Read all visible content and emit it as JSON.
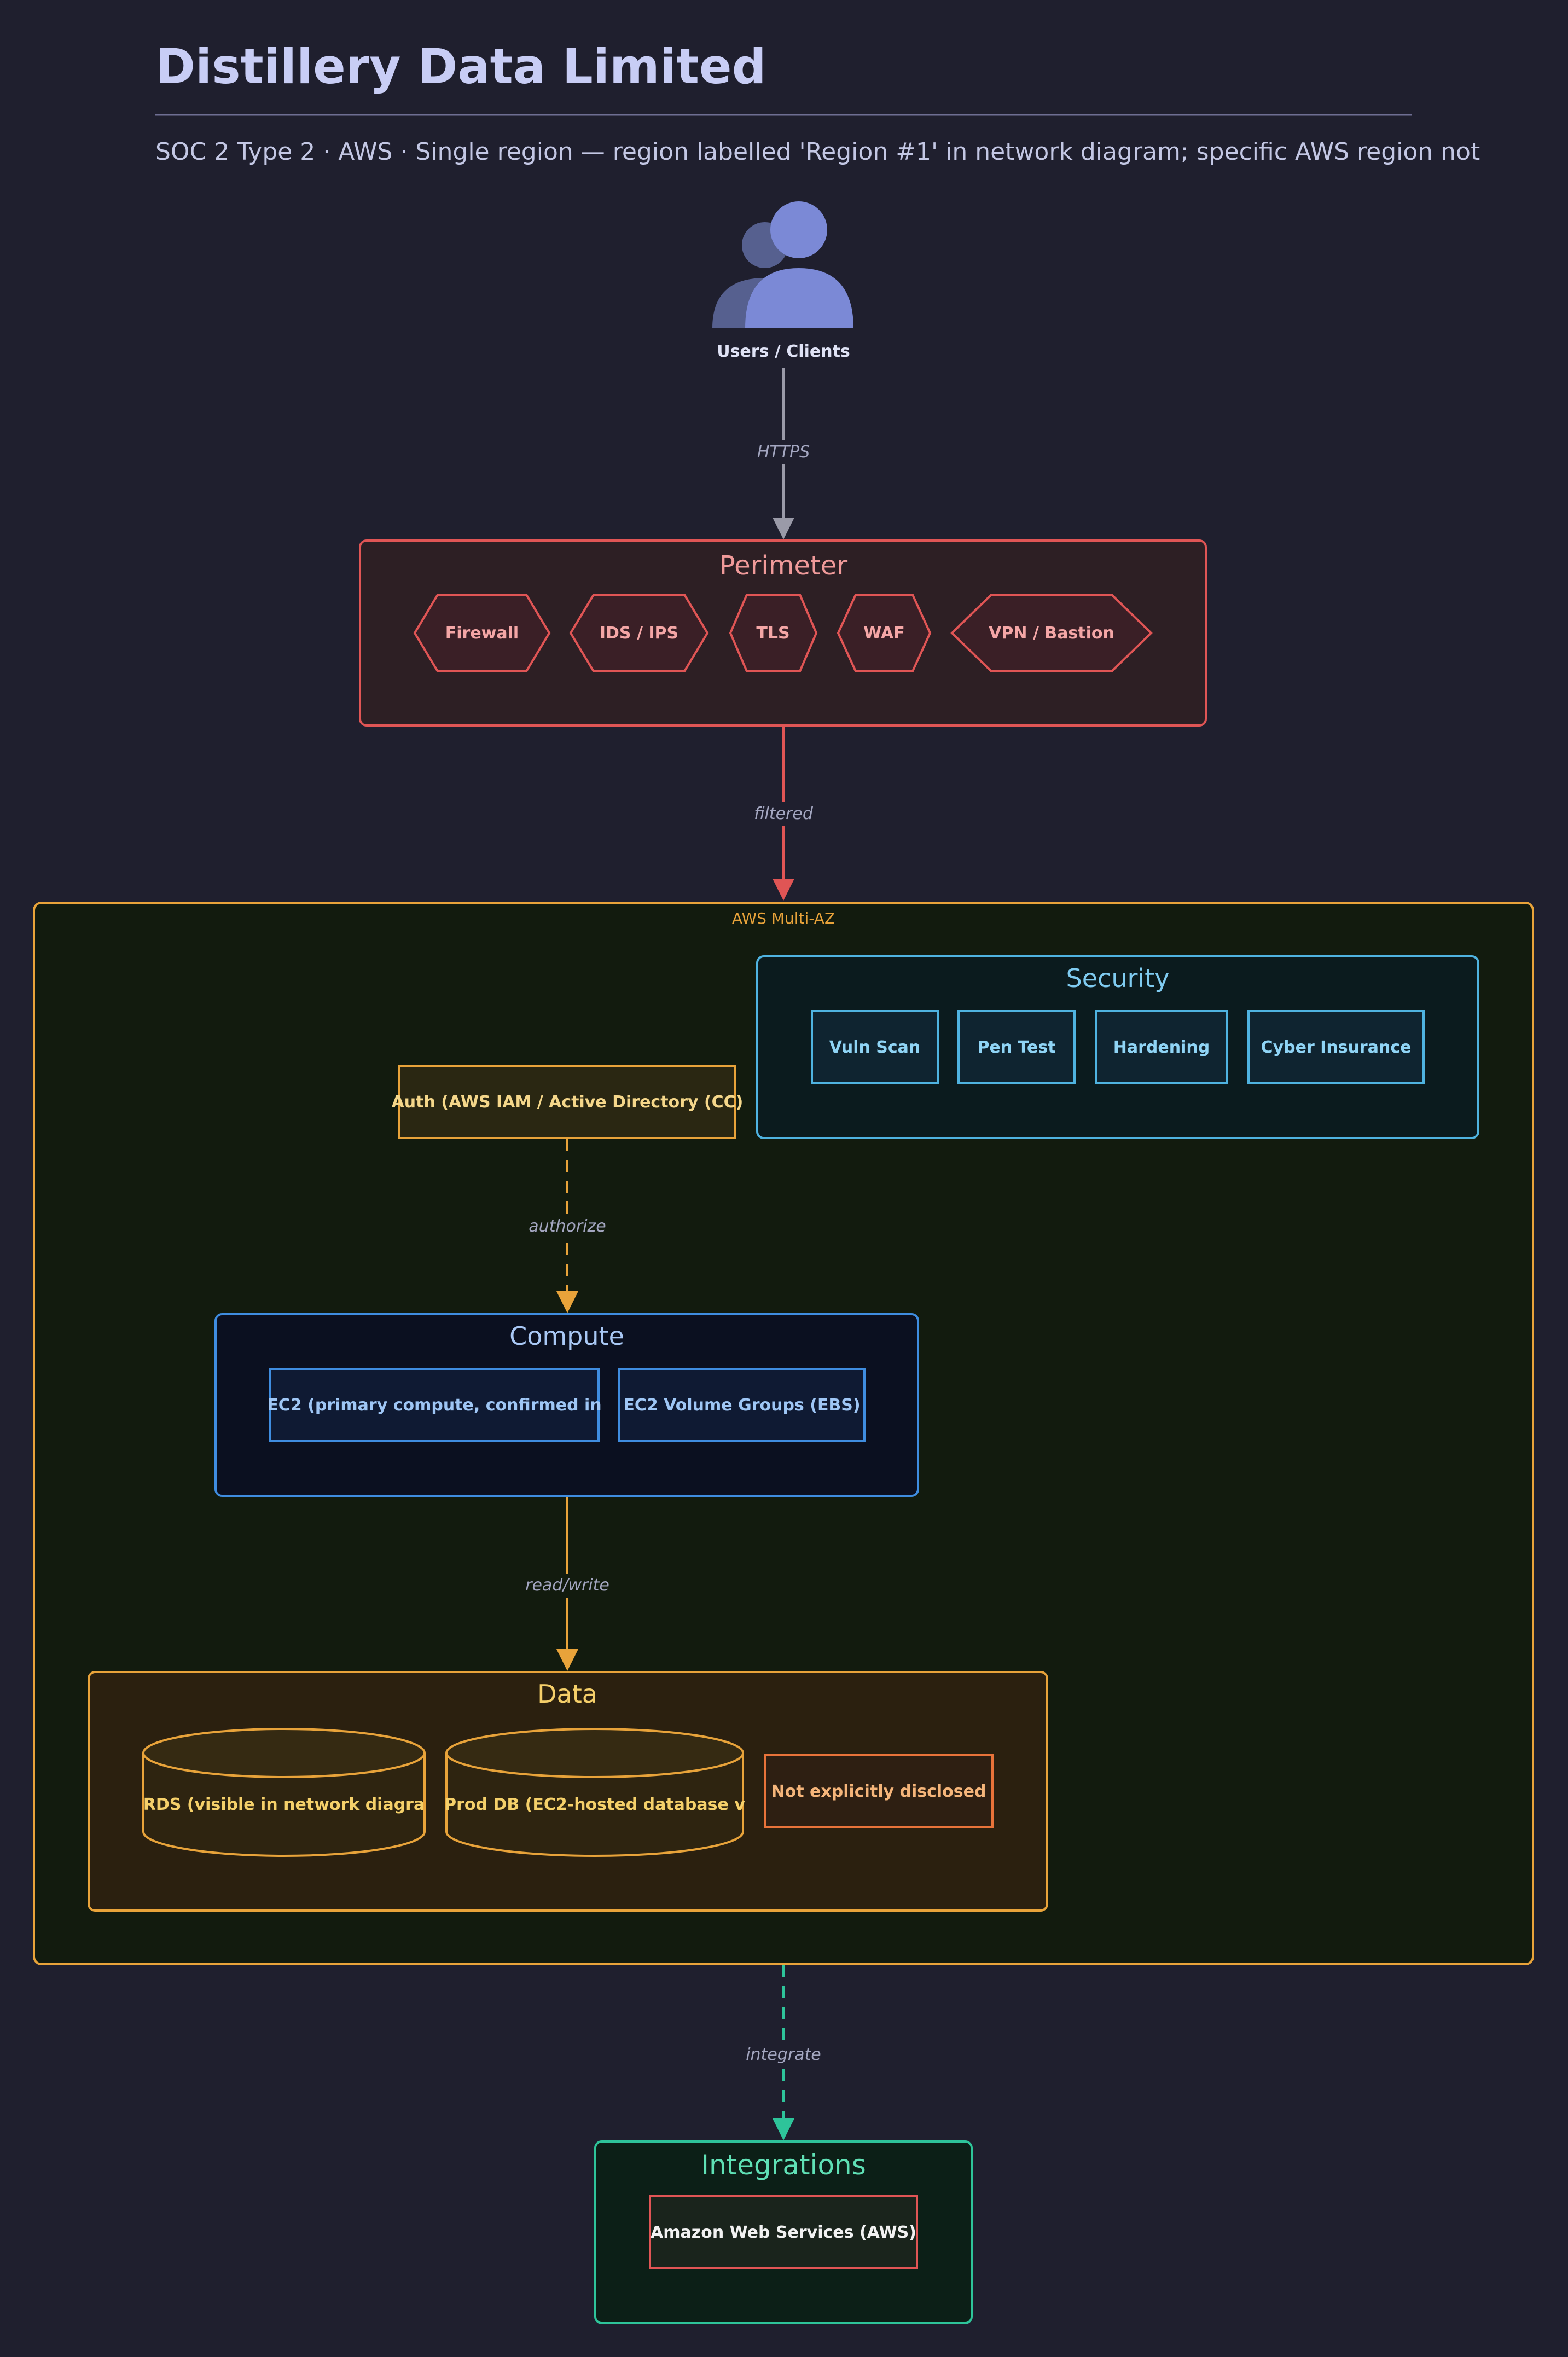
{
  "header": {
    "title": "Distillery Data Limited",
    "subtitle": "SOC 2 Type 2 · AWS · Single region — region labelled 'Region #1' in network diagram; specific AWS region not"
  },
  "users": {
    "label": "Users / Clients",
    "icon": "users-icon"
  },
  "edges": {
    "https": "HTTPS",
    "filtered": "filtered",
    "authorize": "authorize",
    "read_write": "read/write",
    "integrate": "integrate"
  },
  "perimeter": {
    "title": "Perimeter",
    "items": [
      "Firewall",
      "IDS / IPS",
      "TLS",
      "WAF",
      "VPN / Bastion"
    ]
  },
  "cloud": {
    "label": "AWS Multi-AZ"
  },
  "security": {
    "title": "Security",
    "items": [
      "Vuln Scan",
      "Pen Test",
      "Hardening",
      "Cyber Insurance"
    ]
  },
  "auth": {
    "label": "Auth (AWS IAM / Active Directory (CC)"
  },
  "compute": {
    "title": "Compute",
    "items": [
      "EC2 (primary compute, confirmed in",
      "EC2 Volume Groups (EBS)"
    ]
  },
  "data": {
    "title": "Data",
    "stores": [
      "RDS (visible in network diagra",
      "Prod DB (EC2-hosted database v"
    ],
    "box": "Not explicitly disclosed"
  },
  "integrations": {
    "title": "Integrations",
    "items": [
      "Amazon Web Services (AWS)"
    ]
  },
  "colors": {
    "background": "#1f1f2e",
    "perimeter": "#e05555",
    "cloud": "#e8a33a",
    "security": "#4fb3e0",
    "compute": "#3f8de0",
    "data": "#e8a33a",
    "integrations": "#2ec49a",
    "users": "#7b89d6"
  }
}
